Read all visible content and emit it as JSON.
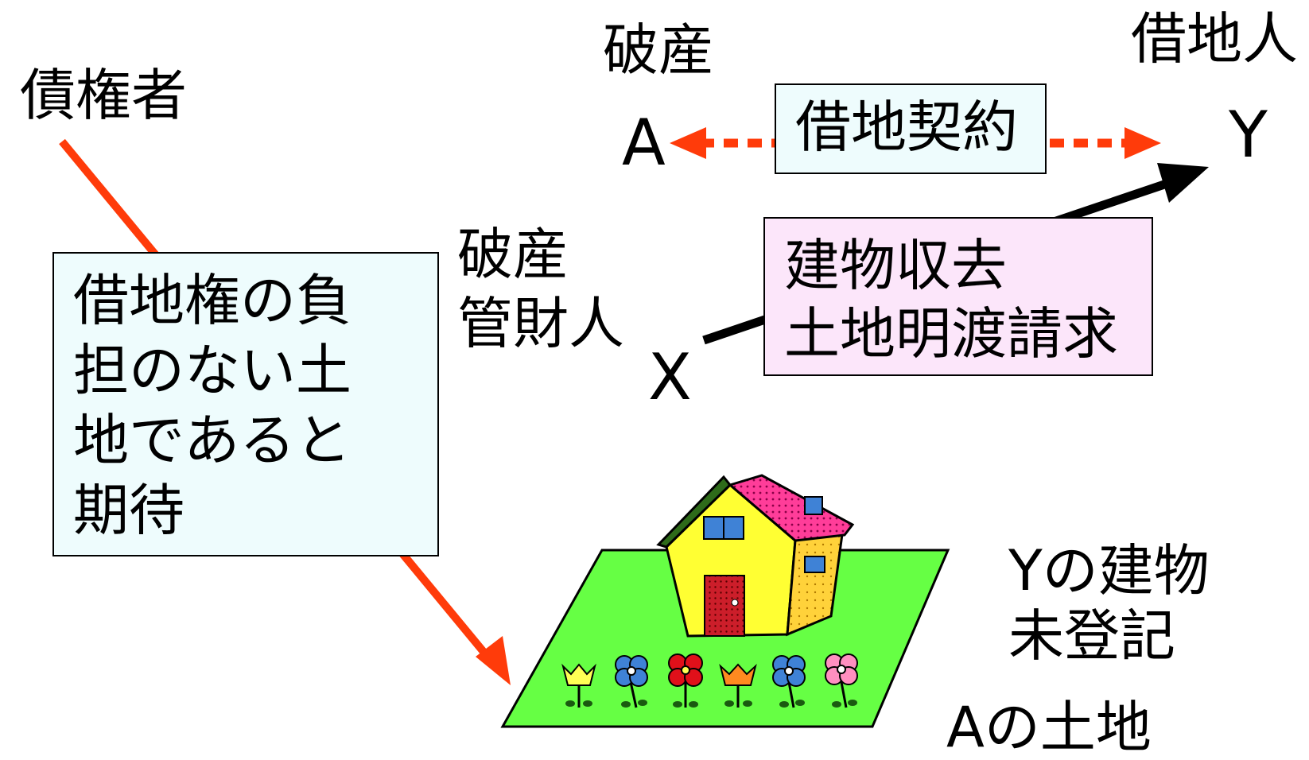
{
  "labels": {
    "creditor": "債権者",
    "bankrupt_top": "破産",
    "lessee": "借地人",
    "party_a": "A",
    "party_y": "Y",
    "party_x": "X",
    "trustee_line1": "破産",
    "trustee_line2": "管財人",
    "y_building_line1": "Yの建物",
    "y_building_line2": "未登記",
    "a_land": "Aの土地"
  },
  "boxes": {
    "lease_contract": "借地契約",
    "demand": [
      "建物収去",
      "土地明渡請求"
    ],
    "expectation": [
      "借地権の負",
      "担のない土",
      "地であると",
      "期待"
    ]
  },
  "colors": {
    "dashed_arrow": "#ff3b0a",
    "creditor_arrow": "#ff3b0a",
    "claim_arrow": "#000000",
    "box_blue": "#eefcfd",
    "box_pink": "#fce6fa",
    "land": "#66ff44",
    "house_wall": "#ffff33",
    "roof": "#ff3d99",
    "door": "#cc1e2a",
    "window": "#3f82d6"
  }
}
